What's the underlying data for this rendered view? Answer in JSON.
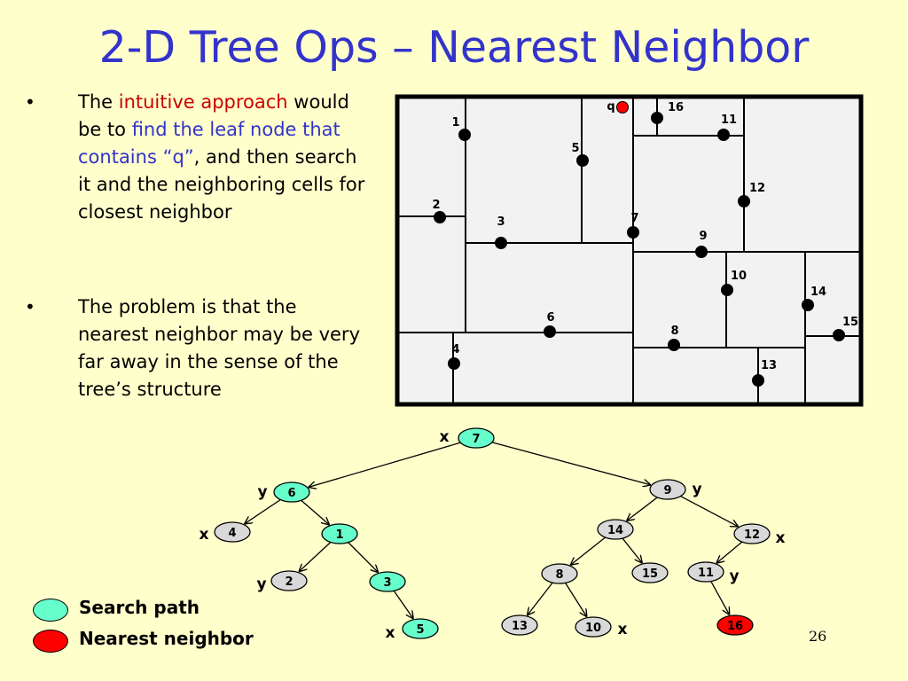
{
  "slide": {
    "title": "2-D Tree Ops – Nearest Neighbor",
    "bullet_char": "•",
    "bullet1": {
      "p1": "The ",
      "p2": "intuitive approach",
      "p3": " would be to ",
      "p4": "find the leaf node that contains “q”",
      "p5": ", and then search it and the neighboring cells for closest neighbor"
    },
    "bullet2": "The problem is that the nearest neighbor may be very far away in the sense of the tree’s structure",
    "page_number": "26"
  },
  "legend": {
    "search_path": "Search path",
    "nearest_neighbor": "Nearest neighbor"
  },
  "colors": {
    "title": "#3333cc",
    "highlight_red": "#cc0000",
    "search_path": "#66ffcc",
    "nearest": "#ff0000",
    "node_default": "#d9d9d9",
    "background": "#ffffcc"
  },
  "points": [
    {
      "label": "1"
    },
    {
      "label": "2"
    },
    {
      "label": "3"
    },
    {
      "label": "4"
    },
    {
      "label": "5"
    },
    {
      "label": "6"
    },
    {
      "label": "7"
    },
    {
      "label": "8"
    },
    {
      "label": "9"
    },
    {
      "label": "10"
    },
    {
      "label": "11"
    },
    {
      "label": "12"
    },
    {
      "label": "13"
    },
    {
      "label": "14"
    },
    {
      "label": "15"
    },
    {
      "label": "16"
    },
    {
      "label": "q"
    }
  ],
  "tree": {
    "nodes": [
      {
        "id": "7",
        "style": "search"
      },
      {
        "id": "6",
        "style": "search"
      },
      {
        "id": "9",
        "style": "default"
      },
      {
        "id": "4",
        "style": "default"
      },
      {
        "id": "1",
        "style": "search"
      },
      {
        "id": "2",
        "style": "default"
      },
      {
        "id": "3",
        "style": "search"
      },
      {
        "id": "5",
        "style": "search"
      },
      {
        "id": "14",
        "style": "default"
      },
      {
        "id": "12",
        "style": "default"
      },
      {
        "id": "8",
        "style": "default"
      },
      {
        "id": "15",
        "style": "default"
      },
      {
        "id": "11",
        "style": "default"
      },
      {
        "id": "13",
        "style": "default"
      },
      {
        "id": "10",
        "style": "default"
      },
      {
        "id": "16",
        "style": "nearest"
      }
    ],
    "edges": [
      [
        "7",
        "6"
      ],
      [
        "7",
        "9"
      ],
      [
        "6",
        "4"
      ],
      [
        "6",
        "1"
      ],
      [
        "1",
        "2"
      ],
      [
        "1",
        "3"
      ],
      [
        "3",
        "5"
      ],
      [
        "9",
        "14"
      ],
      [
        "9",
        "12"
      ],
      [
        "14",
        "8"
      ],
      [
        "14",
        "15"
      ],
      [
        "12",
        "11"
      ],
      [
        "8",
        "13"
      ],
      [
        "8",
        "10"
      ],
      [
        "11",
        "16"
      ]
    ],
    "split_labels": [
      {
        "text": "x",
        "node": "7"
      },
      {
        "text": "y",
        "node": "6"
      },
      {
        "text": "y",
        "node": "9"
      },
      {
        "text": "x",
        "node": "4"
      },
      {
        "text": "x",
        "node": "12"
      },
      {
        "text": "y",
        "node": "2"
      },
      {
        "text": "y",
        "node": "11"
      },
      {
        "text": "x",
        "node": "5"
      },
      {
        "text": "x",
        "node": "10"
      }
    ]
  }
}
